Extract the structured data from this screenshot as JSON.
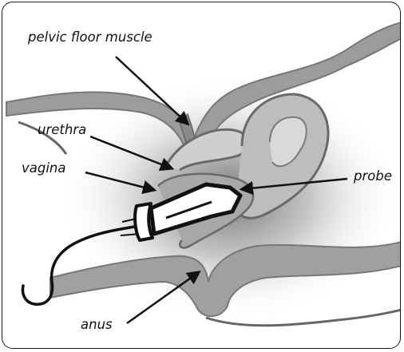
{
  "labels": {
    "pelvic_floor_muscle": "pelvic floor muscle",
    "urethra": "urethra",
    "vagina": "vagina",
    "probe": "probe",
    "anus": "anus"
  },
  "colors": {
    "outline": "#1a1a1a",
    "tissue_stroke": "#777777",
    "tissue_fill": "#9a9a9a",
    "probe": "#111111"
  }
}
